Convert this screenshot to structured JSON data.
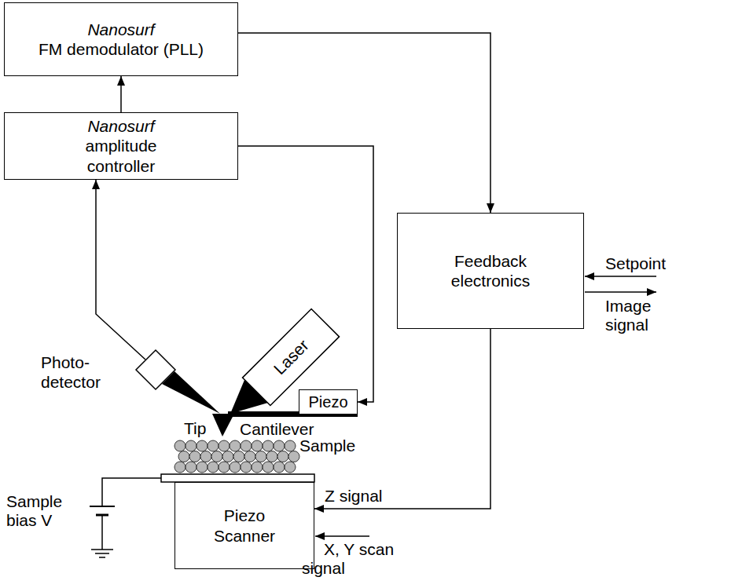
{
  "diagram": {
    "nodes": [
      {
        "text": [
          "Nanosurf",
          "FM demodulator (PLL)"
        ]
      },
      {
        "text": [
          "Nanosurf",
          "amplitude controller"
        ]
      },
      {
        "text": [
          "Feedback electronics"
        ]
      },
      {
        "text": [
          "Photo- detector"
        ]
      },
      {
        "text": [
          "Laser"
        ]
      },
      {
        "text": [
          "Piezo"
        ]
      },
      {
        "text": [
          "Piezo Scanner"
        ]
      }
    ],
    "edges": [
      {
        "from": 1,
        "to": 0,
        "arrow": "to"
      },
      {
        "from": 3,
        "to": 1,
        "arrow": "to"
      },
      {
        "from": 1,
        "to": 5,
        "arrow": "to"
      },
      {
        "from": 0,
        "to": 2,
        "arrow": "to"
      },
      {
        "from": 2,
        "to": 6,
        "arrow": "to"
      }
    ],
    "labels": [
      "Setpoint",
      "Image signal",
      "Tip",
      "Cantilever",
      "Sample",
      "Z signal",
      "Sample bias V",
      "X, Y scan signal"
    ]
  }
}
